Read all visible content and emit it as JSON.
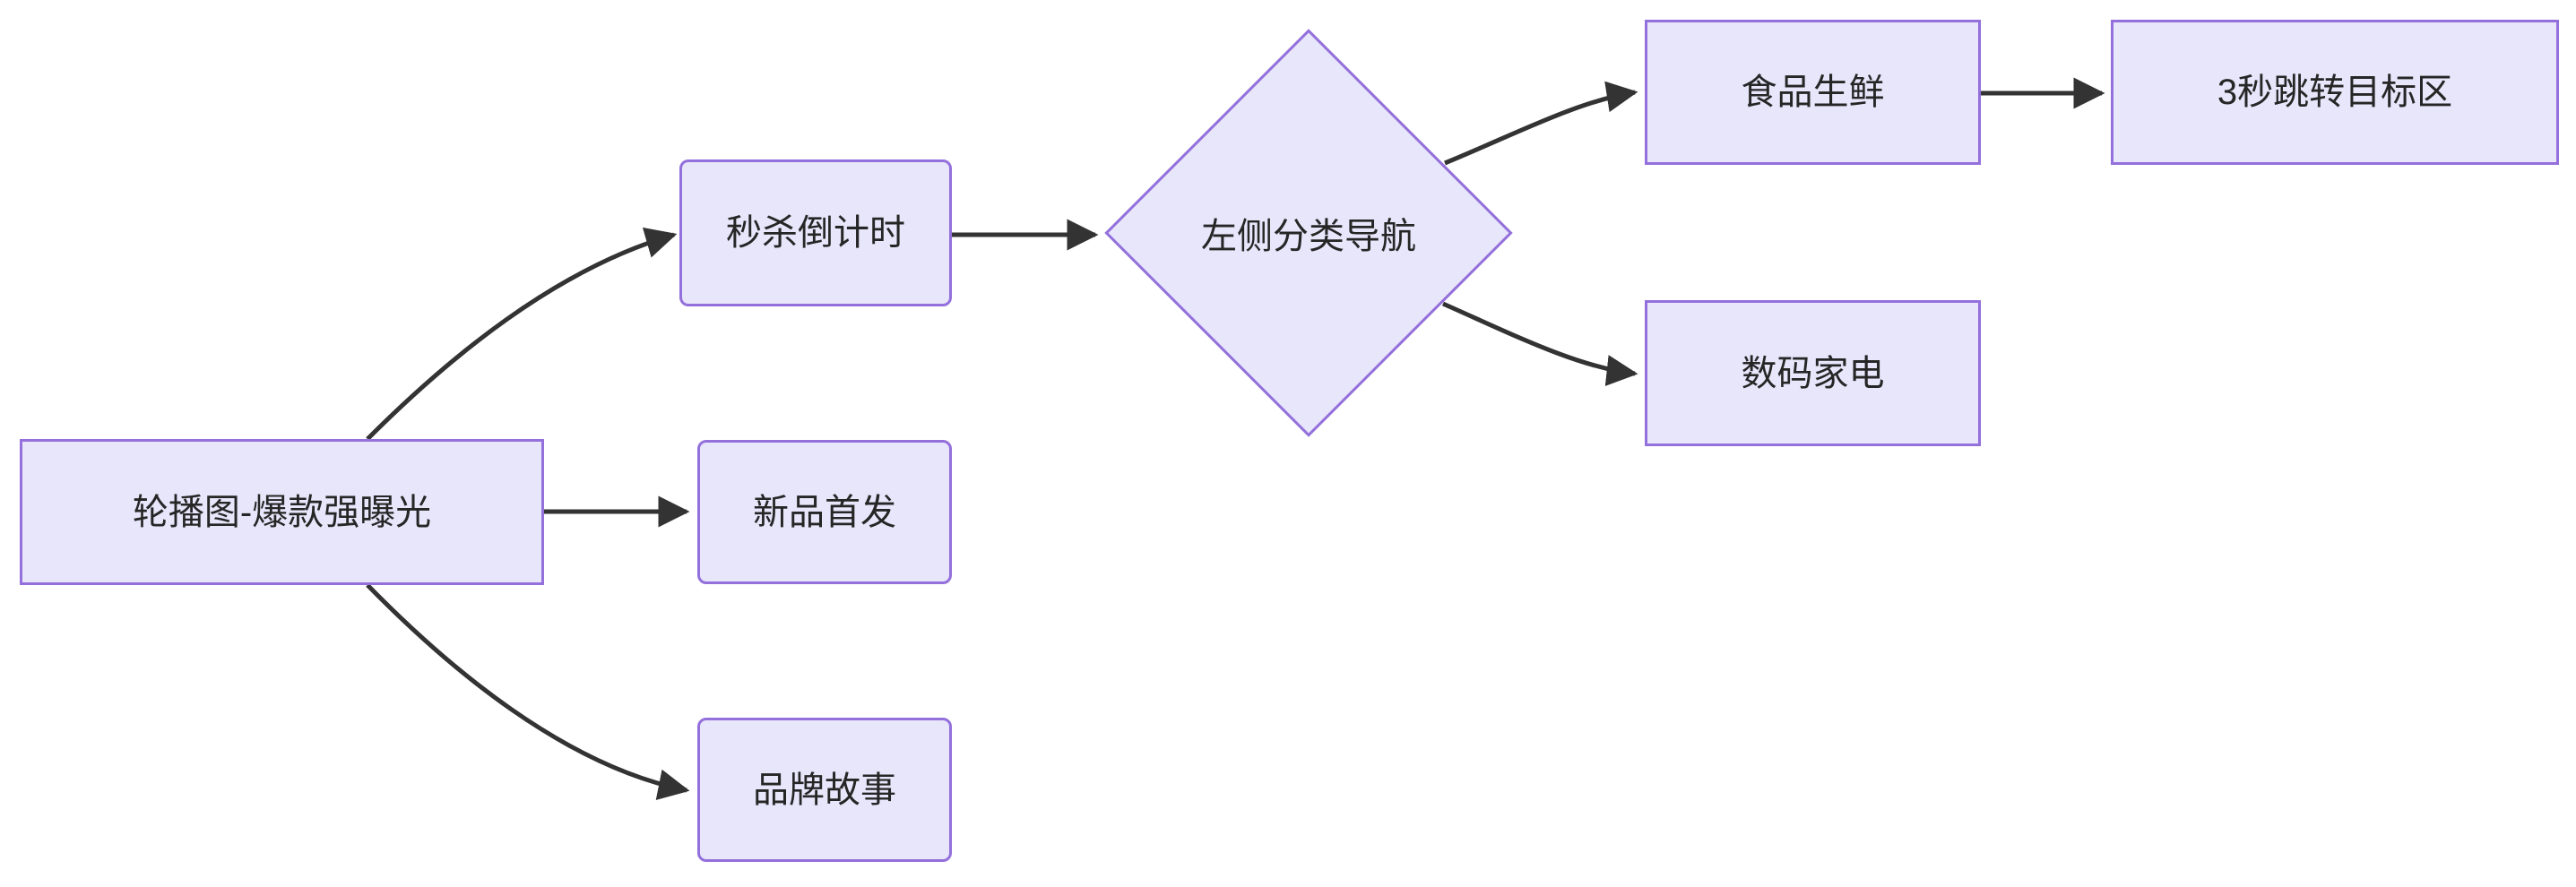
{
  "diagram": {
    "type": "flowchart",
    "title": "",
    "orientation": "left-to-right",
    "colors": {
      "node_fill": "#e8e6fb",
      "node_border": "#9370db",
      "edge_stroke": "#333333",
      "text": "#262626",
      "background": "#ffffff"
    },
    "nodes": [
      {
        "id": "carousel",
        "label": "轮播图-爆款强曝光",
        "shape": "rectangle"
      },
      {
        "id": "seckill",
        "label": "秒杀倒计时",
        "shape": "rounded-rectangle"
      },
      {
        "id": "newproduct",
        "label": "新品首发",
        "shape": "rounded-rectangle"
      },
      {
        "id": "brandstory",
        "label": "品牌故事",
        "shape": "rounded-rectangle"
      },
      {
        "id": "leftnav",
        "label": "左侧分类导航",
        "shape": "diamond"
      },
      {
        "id": "food",
        "label": "食品生鲜",
        "shape": "rectangle"
      },
      {
        "id": "digital",
        "label": "数码家电",
        "shape": "rectangle"
      },
      {
        "id": "jump",
        "label": "3秒跳转目标区",
        "shape": "rectangle"
      }
    ],
    "edges": [
      {
        "from": "carousel",
        "to": "seckill",
        "style": "curved",
        "label": ""
      },
      {
        "from": "carousel",
        "to": "newproduct",
        "style": "straight",
        "label": ""
      },
      {
        "from": "carousel",
        "to": "brandstory",
        "style": "curved",
        "label": ""
      },
      {
        "from": "seckill",
        "to": "leftnav",
        "style": "straight",
        "label": ""
      },
      {
        "from": "leftnav",
        "to": "food",
        "style": "curved",
        "label": ""
      },
      {
        "from": "leftnav",
        "to": "digital",
        "style": "curved",
        "label": ""
      },
      {
        "from": "food",
        "to": "jump",
        "style": "straight",
        "label": ""
      }
    ]
  }
}
